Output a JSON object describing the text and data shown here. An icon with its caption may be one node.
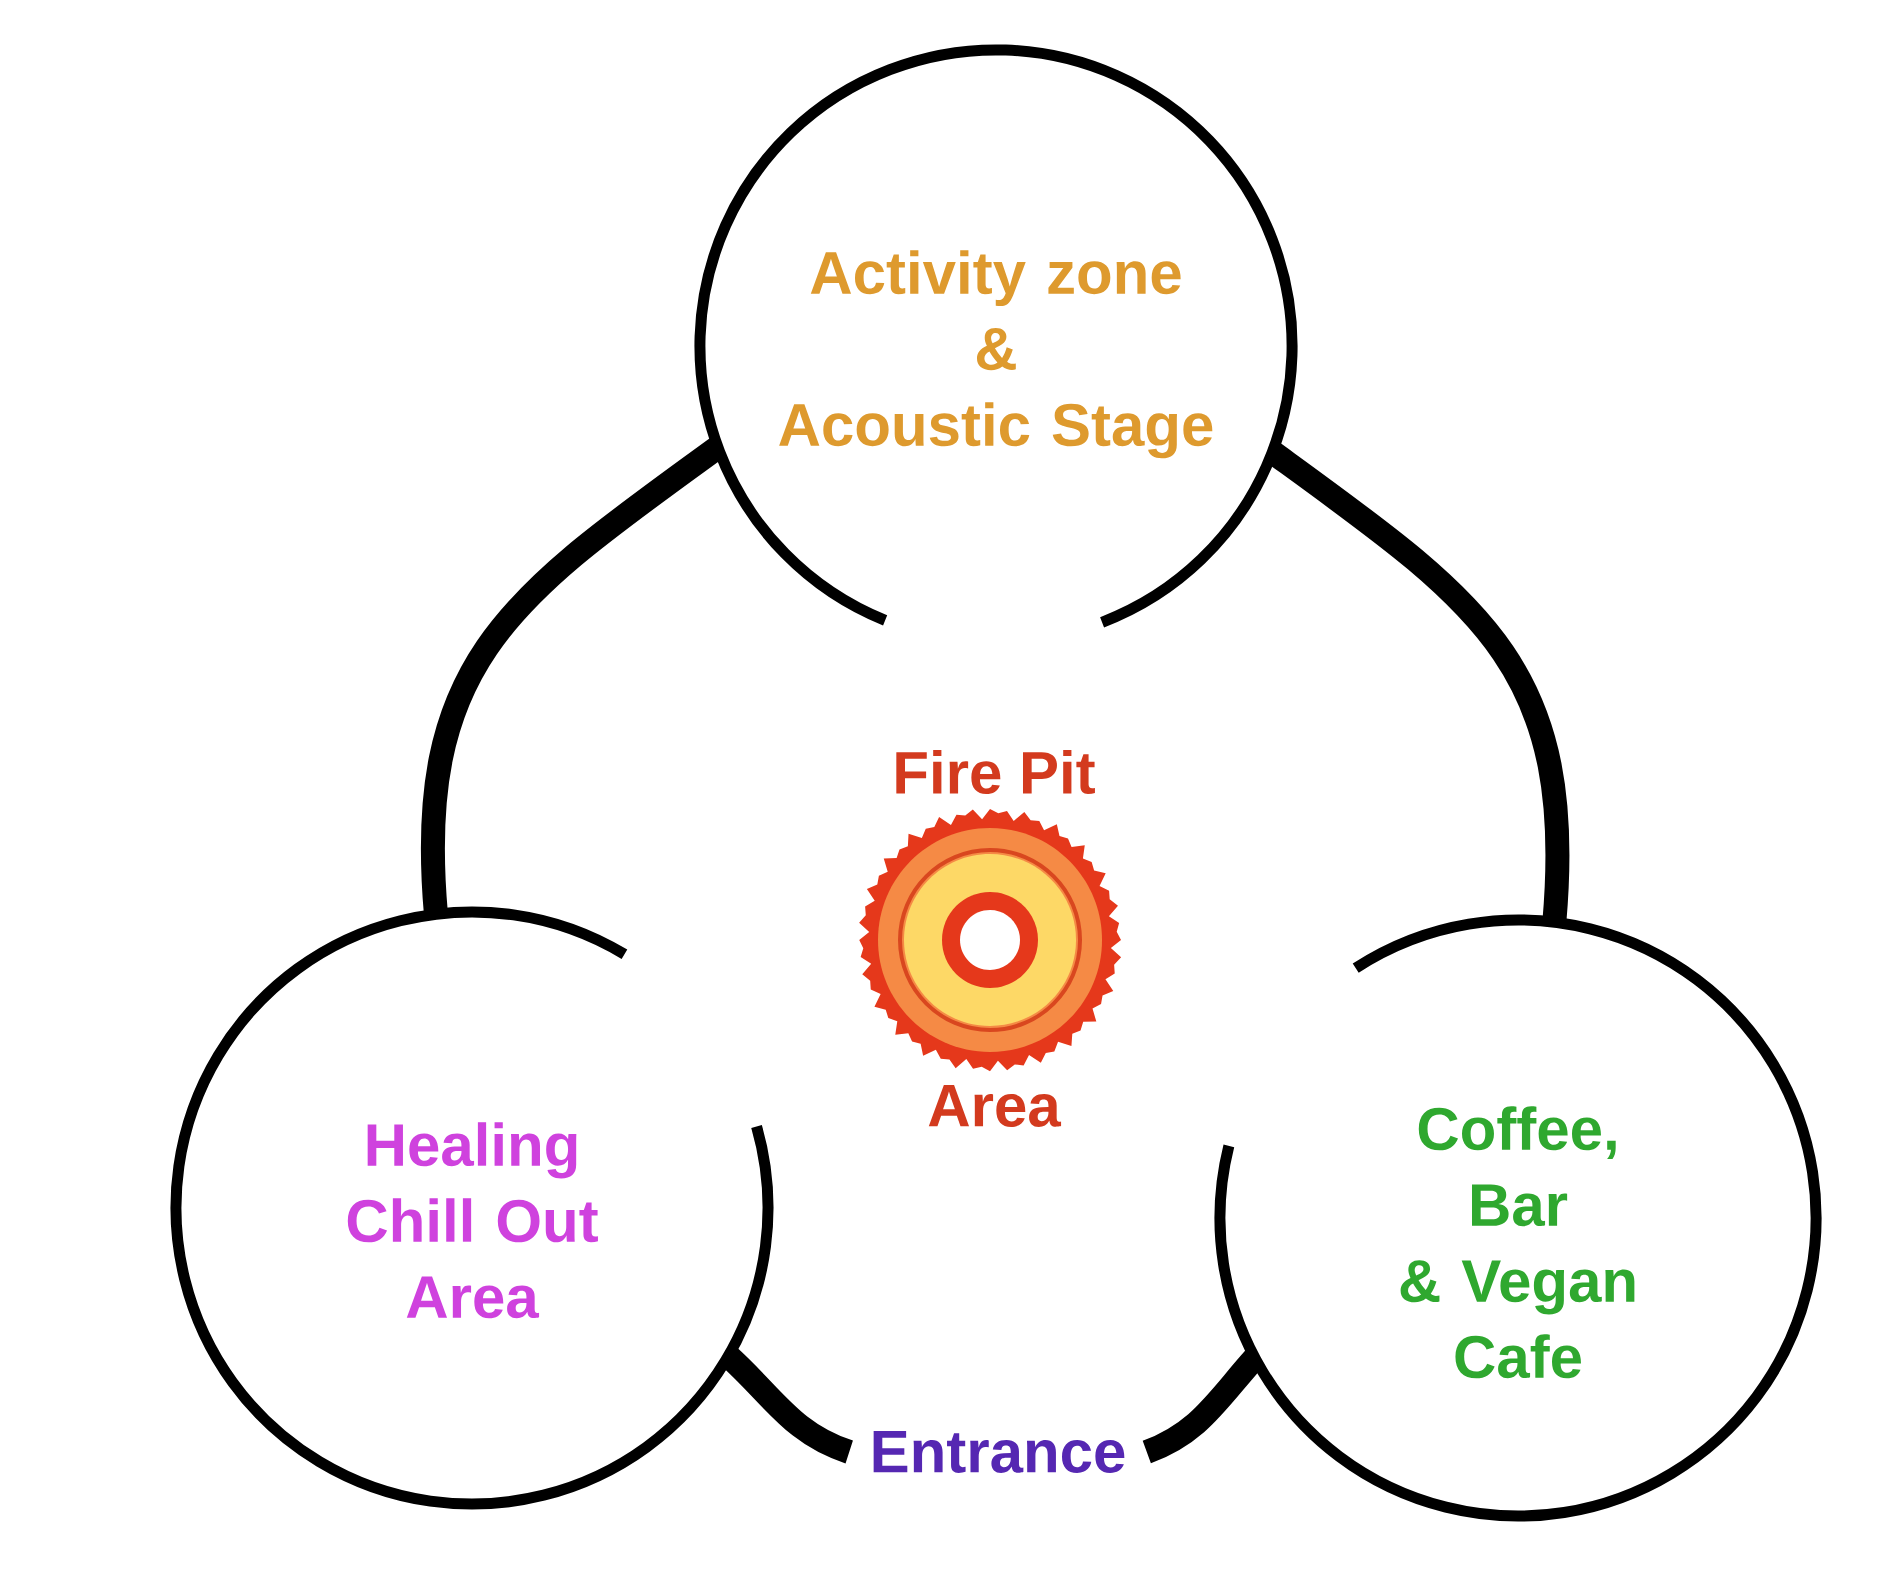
{
  "diagram": {
    "nodes": [
      {
        "text": [
          "Activity zone & Acoustic Stage"
        ]
      },
      {
        "text": [
          "Healing Chill Out Area"
        ]
      },
      {
        "text": [
          "Coffee, Bar & Vegan Cafe"
        ]
      },
      {
        "text": [
          "Entrance"
        ]
      }
    ],
    "edges": [
      {
        "from": 0,
        "to": 1,
        "arrow": "none"
      },
      {
        "from": 0,
        "to": 2,
        "arrow": "none"
      },
      {
        "from": 1,
        "to": 3,
        "arrow": "none"
      },
      {
        "from": 3,
        "to": 2,
        "arrow": "none"
      }
    ],
    "labels": [
      "Fire Pit",
      "Area"
    ]
  }
}
